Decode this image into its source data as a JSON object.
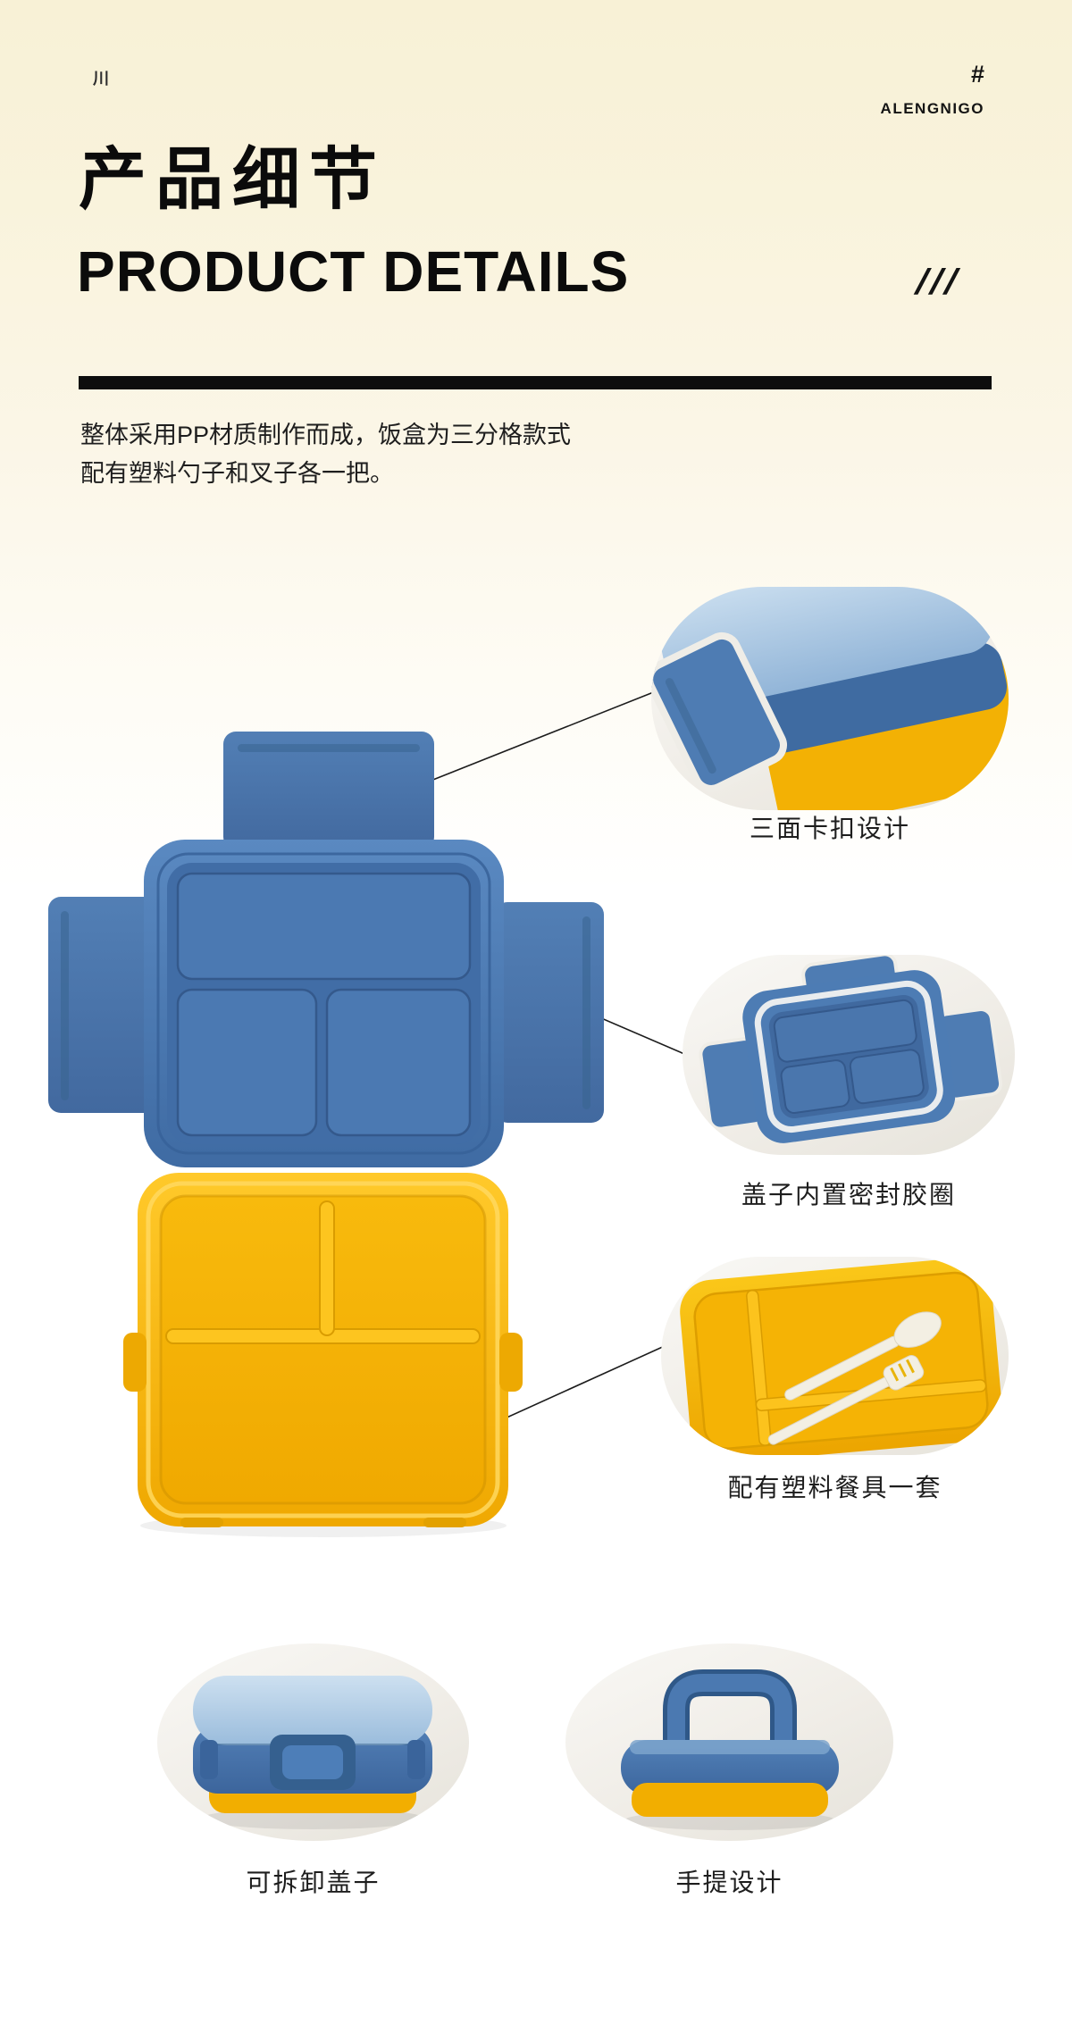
{
  "header": {
    "mark": "川",
    "hash": "#",
    "brand": "ALENGNIGO",
    "title_cn": "产品细节",
    "title_en": "PRODUCT DETAILS",
    "slashes": "///"
  },
  "description": {
    "line1": "整体采用PP材质制作而成，饭盒为三分格款式",
    "line2": "配有塑料勺子和叉子各一把。"
  },
  "callouts": [
    {
      "id": "three-side-buckle",
      "label": "三面卡扣设计"
    },
    {
      "id": "seal-ring",
      "label": "盖子内置密封胶圈"
    },
    {
      "id": "cutlery-set",
      "label": "配有塑料餐具一套"
    },
    {
      "id": "removable-lid",
      "label": "可拆卸盖子"
    },
    {
      "id": "carry-handle",
      "label": "手提设计"
    }
  ],
  "colors": {
    "accent_blue": "#4d7eb8",
    "accent_blue_dark": "#3a649b",
    "accent_blue_light": "#a9c6e0",
    "accent_yellow": "#f5b200",
    "ink": "#0d0d0d",
    "cream_background": "#f8f1d6"
  }
}
